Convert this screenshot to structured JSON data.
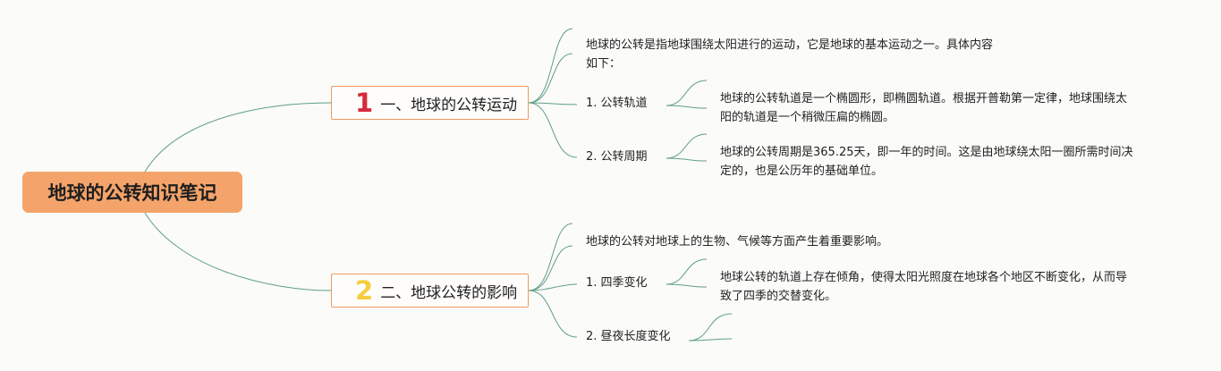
{
  "root": {
    "title": "地球的公转知识笔记"
  },
  "topics": [
    {
      "number": "1",
      "label": "一、地球的公转运动",
      "intro_line1": "地球的公转是指地球围绕太阳进行的运动，它是地球的基本运动之一。具体内容",
      "intro_line2": "如下：",
      "subs": [
        {
          "label": "1. 公转轨道",
          "detail_line1": "地球的公转轨道是一个椭圆形，即椭圆轨道。根据开普勒第一定律，地球围绕太",
          "detail_line2": "阳的轨道是一个稍微压扁的椭圆。"
        },
        {
          "label": "2. 公转周期",
          "detail_line1": "地球的公转周期是365.25天，即一年的时间。这是由地球绕太阳一圈所需时间决",
          "detail_line2": "定的，也是公历年的基础单位。"
        }
      ]
    },
    {
      "number": "2",
      "label": "二、地球公转的影响",
      "intro_line1": "地球的公转对地球上的生物、气候等方面产生着重要影响。",
      "subs": [
        {
          "label": "1. 四季变化",
          "detail_line1": "地球公转的轨道上存在倾角，使得太阳光照度在地球各个地区不断变化，从而导",
          "detail_line2": "致了四季的交替变化。"
        },
        {
          "label": "2. 昼夜长度变化"
        }
      ]
    }
  ],
  "colors": {
    "root_fill": "#f4a46a",
    "topic_border": "#ef9a5e",
    "connector": "#5f9e88",
    "num1": "#d62a3c",
    "num2": "#f5cd3c"
  }
}
